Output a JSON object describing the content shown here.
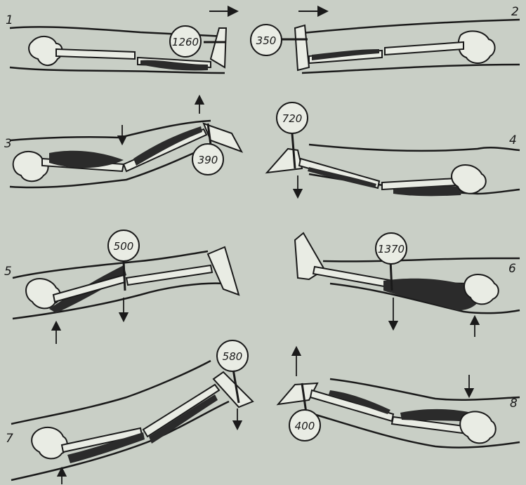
{
  "panels": [
    {
      "number": "1",
      "weight": "1260"
    },
    {
      "number": "2",
      "weight": "350"
    },
    {
      "number": "3",
      "weight": "390"
    },
    {
      "number": "4",
      "weight": "720"
    },
    {
      "number": "5",
      "weight": "500"
    },
    {
      "number": "6",
      "weight": "1370"
    },
    {
      "number": "7",
      "weight": "580"
    },
    {
      "number": "8",
      "weight": "400"
    }
  ],
  "colors": {
    "paper": "#c9cfc6",
    "ink": "#1a1a1a",
    "muscle": "#2b2b2b",
    "bone": "#e9ece4"
  }
}
